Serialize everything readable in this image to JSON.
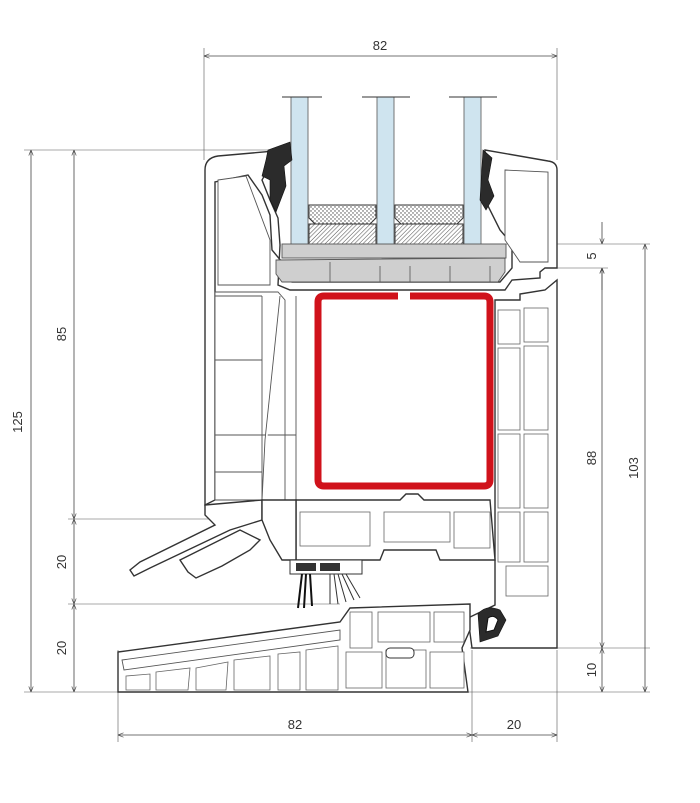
{
  "dimensions": {
    "top_width": "82",
    "left_total": "125",
    "left_upper": "85",
    "left_mid": "20",
    "left_low": "20",
    "right_glass_offset": "5",
    "right_inner": "88",
    "right_total": "103",
    "right_bottom": "10",
    "bottom_frame": "82",
    "bottom_overhang": "20"
  },
  "colors": {
    "reinforcement": "#d0121b",
    "glass": "#cfe4ef",
    "gasket": "#2b2b2b",
    "outline": "#333333"
  },
  "icons": {
    "arrowhead": "arrow-tick"
  }
}
